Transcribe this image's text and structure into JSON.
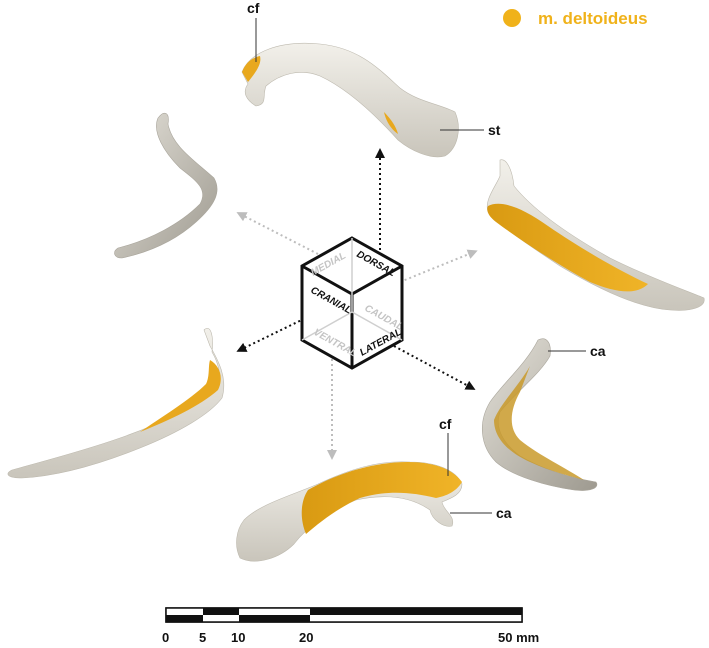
{
  "legend": {
    "label": "m. deltoideus",
    "color": "#f0b21a"
  },
  "labels": {
    "cf_top": "cf",
    "st": "st",
    "ca_right": "ca",
    "cf_bottom": "cf",
    "ca_bottom": "ca"
  },
  "cube": {
    "dorsal": "DORSAL",
    "medial": "MEDIAL",
    "cranial": "CRANIAL",
    "caudal": "CAUDAL",
    "lateral": "LATERAL",
    "ventral": "VENTRAL"
  },
  "scale_bar": {
    "ticks": [
      "0",
      "5",
      "10",
      "20",
      "50 mm"
    ]
  },
  "colors": {
    "bone": "#e7e4dc",
    "bone_shadow": "#b9b5ab",
    "muscle": "#e8a81e",
    "arrow_dark": "#111111",
    "arrow_light": "#bdbdbd"
  }
}
